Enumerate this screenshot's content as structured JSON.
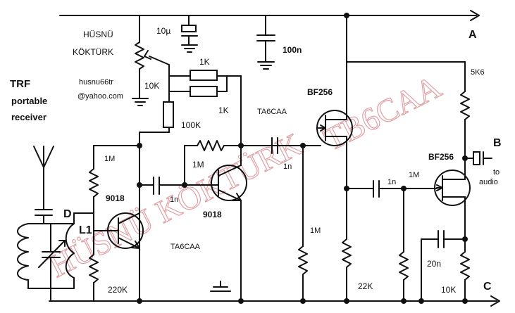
{
  "labels": {
    "title_trf": "TRF",
    "title_portable": "portable",
    "title_receiver": "receiver",
    "author_name": "HÜSNÜ",
    "author_surname": "KÖKTÜRK",
    "email_user": "husnu66tr",
    "email_domain": "@yahoo.com",
    "pot_10k": "10K",
    "cap_10u": "10µ",
    "cap_100n": "100n",
    "res_1k_top": "1K",
    "res_1k_bottom": "1K",
    "res_100k": "100K",
    "callsign_top": "TA6CAA",
    "callsign_bottom": "TA6CAA",
    "res_1m_q1": "1M",
    "res_1m_fb": "1M",
    "res_1m_gate1": "1M",
    "res_1m_gate2": "1M",
    "res_220k": "220K",
    "res_22k": "22K",
    "res_10k_src": "10K",
    "res_5k6": "5K6",
    "cap_1n_a": "1n",
    "cap_1n_b": "1n",
    "cap_1n_c": "1n",
    "cap_20n": "20n",
    "q1": "9018",
    "q2": "9018",
    "fet1": "BF256",
    "fet2": "BF256",
    "term_a": "A",
    "term_b": "B",
    "term_c": "C",
    "term_d": "D",
    "coil": "L1",
    "to": "to",
    "audio": "audio",
    "watermark_1": "HÜSNÜ KÖKTÜRK",
    "watermark_2": "TB6CAA"
  }
}
